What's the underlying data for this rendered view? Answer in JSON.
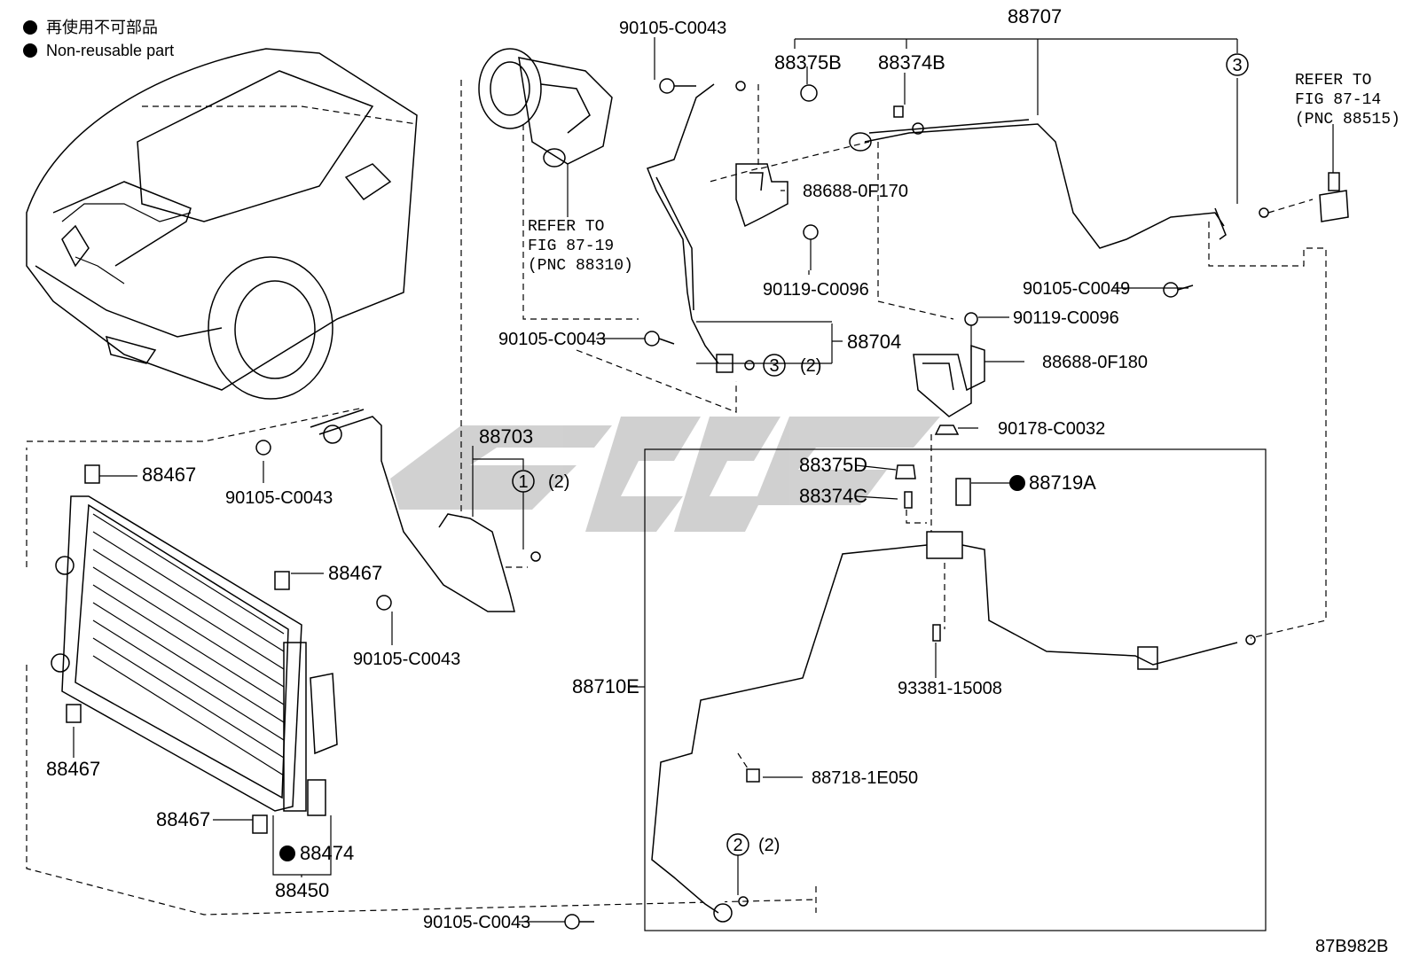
{
  "legend": {
    "item_jp": "再使用不可部品",
    "item_en": "Non-reusable part"
  },
  "diagram_code": "87B982B",
  "watermark": "GAC",
  "refs": {
    "r1": "REFER TO",
    "r1b": "FIG 87-19",
    "r1c": "(PNC 88310)",
    "r2": "REFER TO",
    "r2b": "FIG 87-14",
    "r2c": "(PNC 88515)"
  },
  "callouts": {
    "c1": "1",
    "c1q": "(2)",
    "c2": "2",
    "c2q": "(2)",
    "c3a": "3",
    "c3b": "3",
    "c3q": "(2)"
  },
  "parts": {
    "p88707": "88707",
    "p88375B": "88375B",
    "p88374B": "88374B",
    "p90105_top": "90105-C0043",
    "p88688_0F170": "88688-0F170",
    "p90119_a": "90119-C0096",
    "p90105_C0049": "90105-C0049",
    "p90119_b": "90119-C0096",
    "p88704": "88704",
    "p90105_mid": "90105-C0043",
    "p88688_0F180": "88688-0F180",
    "p90178": "90178-C0032",
    "p88703": "88703",
    "p88375D": "88375D",
    "p88374C": "88374C",
    "p88719A": "88719A",
    "p88467_a": "88467",
    "p90105_left": "90105-C0043",
    "p88467_b": "88467",
    "p90105_left2": "90105-C0043",
    "p88467_c": "88467",
    "p88467_d": "88467",
    "p88474": "88474",
    "p88450": "88450",
    "p88710E": "88710E",
    "p93381": "93381-15008",
    "p88718": "88718-1E050",
    "p90105_bottom": "90105-C0043"
  }
}
